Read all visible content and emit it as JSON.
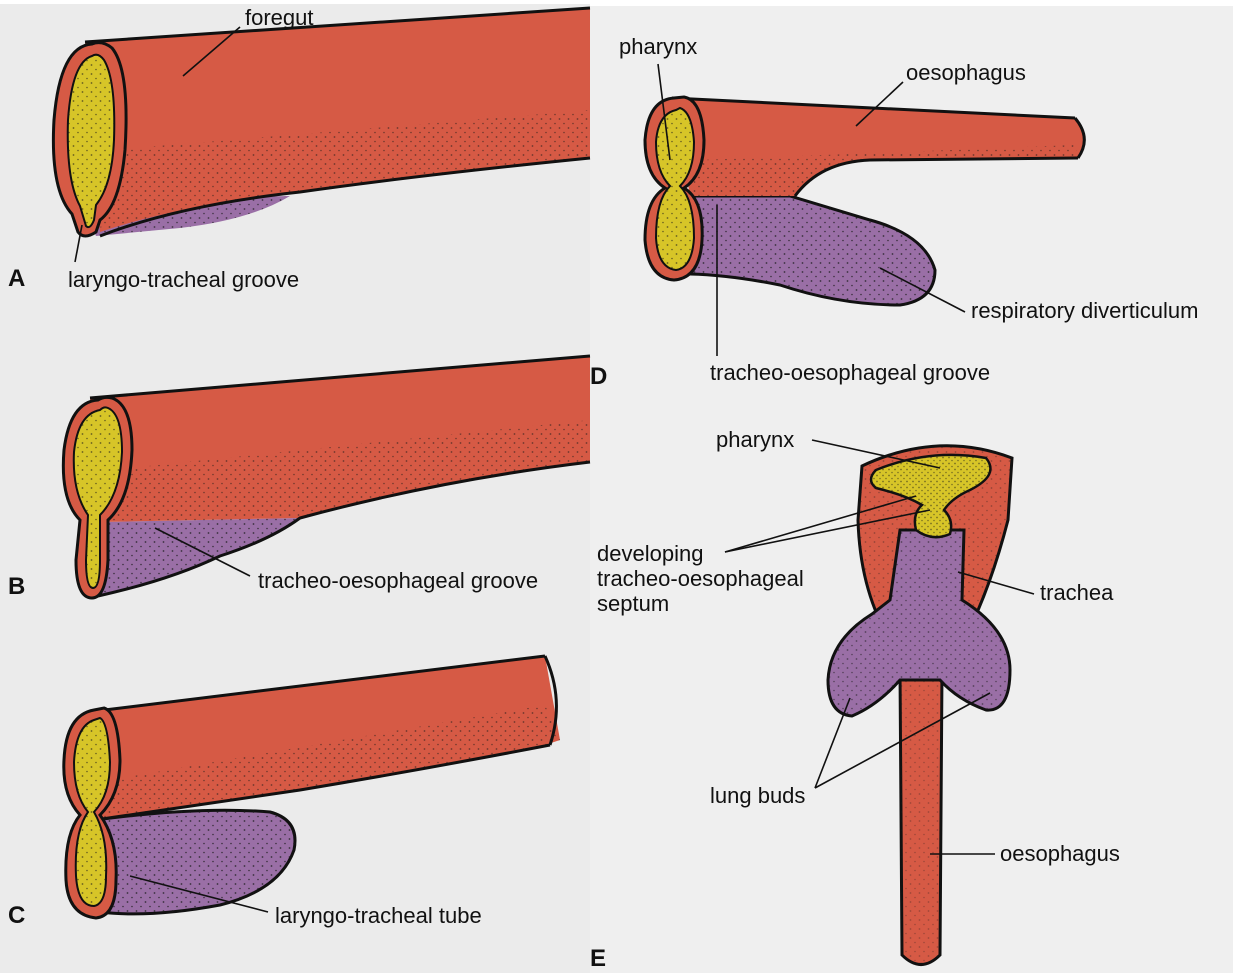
{
  "colors": {
    "background": "#ebebeb",
    "panel": "#efefef",
    "foregut": "#d65a45",
    "lumen": "#d7c528",
    "respiratory": "#9a6fa6",
    "outline": "#111111"
  },
  "panels": {
    "A": {
      "letter": "A",
      "labels": {
        "foregut": "foregut",
        "groove": "laryngo-tracheal groove"
      }
    },
    "B": {
      "letter": "B",
      "labels": {
        "groove": "tracheo-oesophageal groove"
      }
    },
    "C": {
      "letter": "C",
      "labels": {
        "tube": "laryngo-tracheal tube"
      }
    },
    "D": {
      "letter": "D",
      "labels": {
        "pharynx": "pharynx",
        "oesophagus": "oesophagus",
        "diverticulum": "respiratory diverticulum",
        "groove": "tracheo-oesophageal groove"
      }
    },
    "E": {
      "letter": "E",
      "labels": {
        "pharynx": "pharynx",
        "septum_line1": "developing",
        "septum_line2": "tracheo-oesophageal",
        "septum_line3": "septum",
        "trachea": "trachea",
        "lung_buds": "lung buds",
        "oesophagus": "oesophagus"
      }
    }
  }
}
